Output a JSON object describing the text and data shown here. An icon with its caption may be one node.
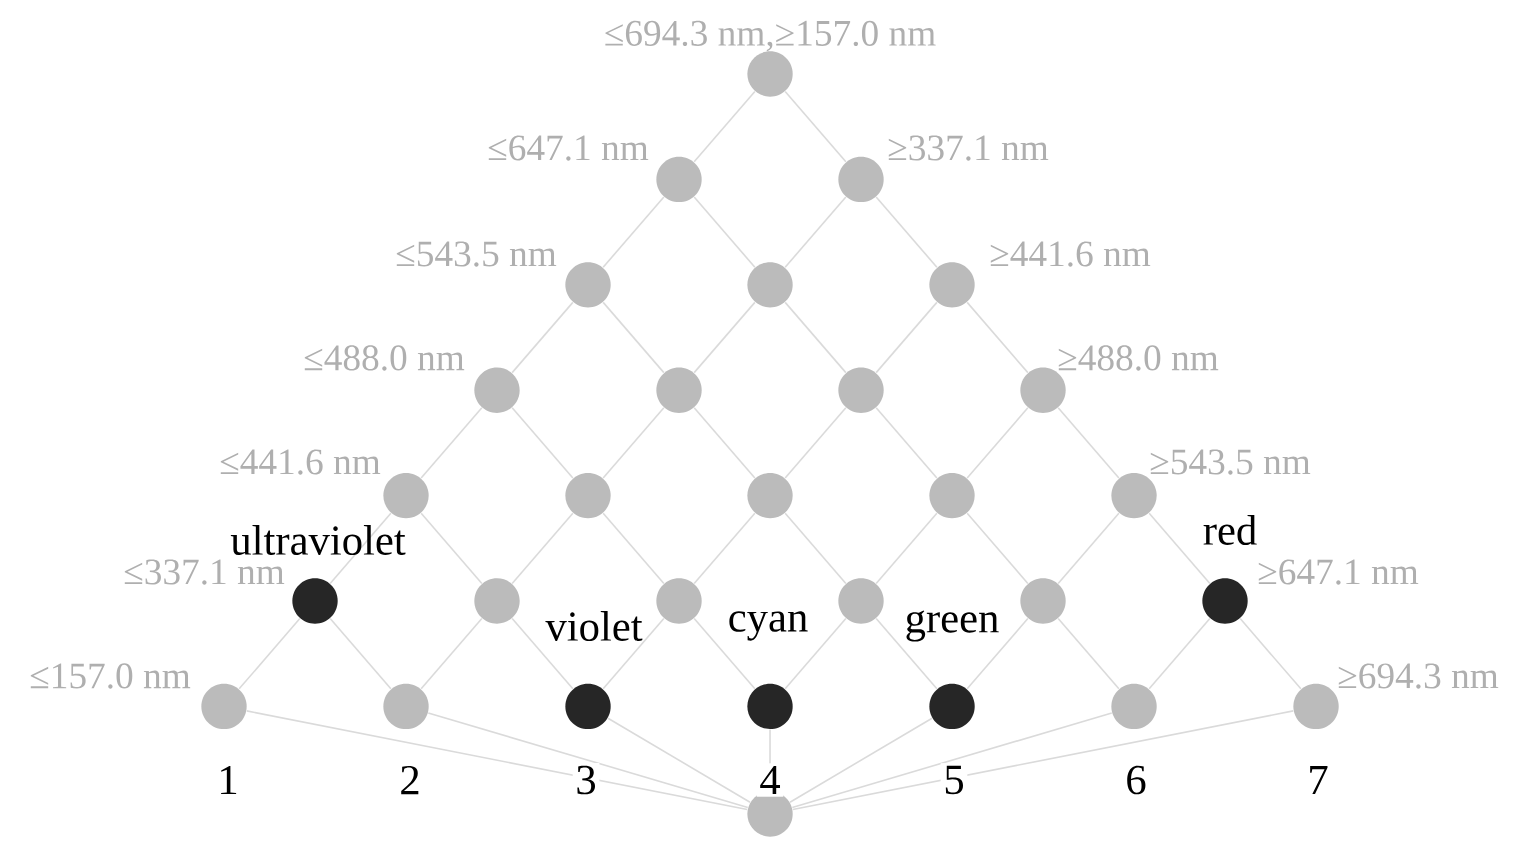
{
  "diagram": {
    "nodes": [
      {
        "text": [],
        "shape": "circle",
        "beside": [
          "≤694.3 nm,≥157.0 nm"
        ]
      },
      {
        "text": [],
        "shape": "circle",
        "beside": [
          "≤647.1 nm"
        ]
      },
      {
        "text": [],
        "shape": "circle",
        "beside": [
          "≥337.1 nm"
        ]
      },
      {
        "text": [],
        "shape": "circle",
        "beside": [
          "≤543.5 nm"
        ]
      },
      {
        "text": [],
        "shape": "circle"
      },
      {
        "text": [],
        "shape": "circle",
        "beside": [
          "≥441.6 nm"
        ]
      },
      {
        "text": [],
        "shape": "circle",
        "beside": [
          "≤488.0 nm"
        ]
      },
      {
        "text": [],
        "shape": "circle"
      },
      {
        "text": [],
        "shape": "circle"
      },
      {
        "text": [],
        "shape": "circle",
        "beside": [
          "≥488.0 nm"
        ]
      },
      {
        "text": [],
        "shape": "circle",
        "beside": [
          "≤441.6 nm"
        ]
      },
      {
        "text": [],
        "shape": "circle"
      },
      {
        "text": [],
        "shape": "circle"
      },
      {
        "text": [],
        "shape": "circle"
      },
      {
        "text": [],
        "shape": "circle",
        "beside": [
          "≥543.5 nm"
        ]
      },
      {
        "text": [],
        "shape": "circle",
        "beside": [
          "≤337.1 nm"
        ]
      },
      {
        "text": [],
        "shape": "circle"
      },
      {
        "text": [],
        "shape": "circle"
      },
      {
        "text": [],
        "shape": "circle"
      },
      {
        "text": [],
        "shape": "circle"
      },
      {
        "text": [],
        "shape": "circle",
        "beside": [
          "≥647.1 nm"
        ]
      },
      {
        "text": [],
        "shape": "circle",
        "beside": [
          "≤157.0 nm"
        ]
      },
      {
        "text": [],
        "shape": "circle"
      },
      {
        "text": [],
        "shape": "circle"
      },
      {
        "text": [],
        "shape": "circle"
      },
      {
        "text": [],
        "shape": "circle"
      },
      {
        "text": [],
        "shape": "circle"
      },
      {
        "text": [],
        "shape": "circle",
        "beside": [
          "≥694.3 nm"
        ]
      },
      {
        "text": [],
        "shape": "circle"
      }
    ],
    "edges": [
      {
        "from": 0,
        "to": 1,
        "arrow": "none"
      },
      {
        "from": 0,
        "to": 2,
        "arrow": "none"
      },
      {
        "from": 1,
        "to": 3,
        "arrow": "none"
      },
      {
        "from": 1,
        "to": 4,
        "arrow": "none"
      },
      {
        "from": 2,
        "to": 4,
        "arrow": "none"
      },
      {
        "from": 2,
        "to": 5,
        "arrow": "none"
      },
      {
        "from": 3,
        "to": 6,
        "arrow": "none"
      },
      {
        "from": 3,
        "to": 7,
        "arrow": "none"
      },
      {
        "from": 4,
        "to": 7,
        "arrow": "none"
      },
      {
        "from": 4,
        "to": 8,
        "arrow": "none"
      },
      {
        "from": 5,
        "to": 8,
        "arrow": "none"
      },
      {
        "from": 5,
        "to": 9,
        "arrow": "none"
      },
      {
        "from": 6,
        "to": 10,
        "arrow": "none"
      },
      {
        "from": 6,
        "to": 11,
        "arrow": "none"
      },
      {
        "from": 7,
        "to": 11,
        "arrow": "none"
      },
      {
        "from": 7,
        "to": 12,
        "arrow": "none"
      },
      {
        "from": 8,
        "to": 12,
        "arrow": "none"
      },
      {
        "from": 8,
        "to": 13,
        "arrow": "none"
      },
      {
        "from": 9,
        "to": 13,
        "arrow": "none"
      },
      {
        "from": 9,
        "to": 14,
        "arrow": "none"
      },
      {
        "from": 10,
        "to": 15,
        "arrow": "none"
      },
      {
        "from": 10,
        "to": 16,
        "arrow": "none"
      },
      {
        "from": 11,
        "to": 16,
        "arrow": "none"
      },
      {
        "from": 11,
        "to": 17,
        "arrow": "none"
      },
      {
        "from": 12,
        "to": 17,
        "arrow": "none"
      },
      {
        "from": 12,
        "to": 18,
        "arrow": "none"
      },
      {
        "from": 13,
        "to": 18,
        "arrow": "none"
      },
      {
        "from": 13,
        "to": 19,
        "arrow": "none"
      },
      {
        "from": 14,
        "to": 19,
        "arrow": "none"
      },
      {
        "from": 14,
        "to": 20,
        "arrow": "none"
      },
      {
        "from": 15,
        "to": 21,
        "arrow": "none"
      },
      {
        "from": 15,
        "to": 22,
        "arrow": "none"
      },
      {
        "from": 16,
        "to": 22,
        "arrow": "none"
      },
      {
        "from": 16,
        "to": 23,
        "arrow": "none"
      },
      {
        "from": 17,
        "to": 23,
        "arrow": "none"
      },
      {
        "from": 17,
        "to": 24,
        "arrow": "none"
      },
      {
        "from": 18,
        "to": 24,
        "arrow": "none"
      },
      {
        "from": 18,
        "to": 25,
        "arrow": "none"
      },
      {
        "from": 19,
        "to": 25,
        "arrow": "none"
      },
      {
        "from": 19,
        "to": 26,
        "arrow": "none"
      },
      {
        "from": 20,
        "to": 26,
        "arrow": "none"
      },
      {
        "from": 20,
        "to": 27,
        "arrow": "none"
      },
      {
        "from": 21,
        "to": 28,
        "arrow": "none"
      },
      {
        "from": 22,
        "to": 28,
        "arrow": "none"
      },
      {
        "from": 23,
        "to": 28,
        "arrow": "none"
      },
      {
        "from": 24,
        "to": 28,
        "arrow": "none"
      },
      {
        "from": 25,
        "to": 28,
        "arrow": "none"
      },
      {
        "from": 26,
        "to": 28,
        "arrow": "none"
      },
      {
        "from": 27,
        "to": 28,
        "arrow": "none"
      }
    ],
    "labels": [
      "ultraviolet",
      "red",
      "violet",
      "cyan",
      "green",
      "1",
      "2",
      "3",
      "4",
      "5",
      "6",
      "7"
    ]
  }
}
